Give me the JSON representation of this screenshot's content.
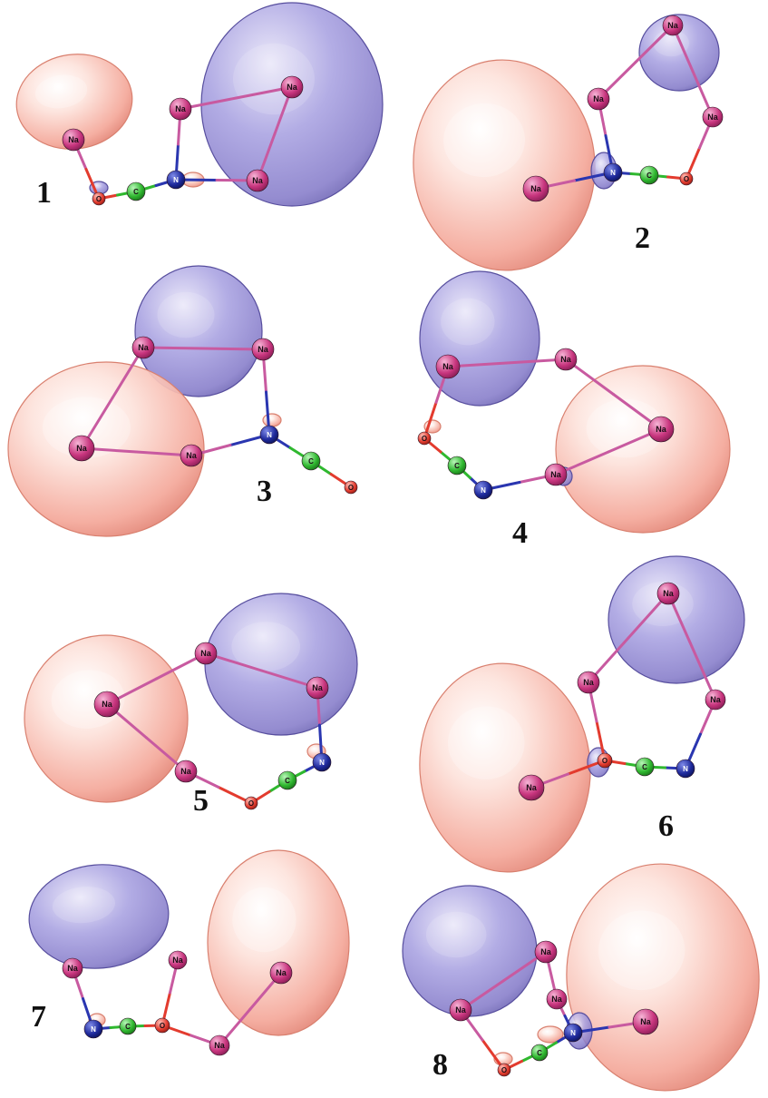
{
  "colors": {
    "alpha_lobe": "#f4a89a",
    "beta_lobe": "#8278c8",
    "na_atom": "#c8357e",
    "n_atom": "#1f2a9c",
    "c_atom": "#2fb82f",
    "o_atom": "#e33b2e",
    "bond": "#c85aa0"
  },
  "panels": [
    {
      "label": "1"
    },
    {
      "label": "2"
    },
    {
      "label": "3"
    },
    {
      "label": "4"
    },
    {
      "label": "5"
    },
    {
      "label": "6"
    },
    {
      "label": "7"
    },
    {
      "label": "8"
    }
  ],
  "atom_labels": {
    "Na": "Na",
    "N": "N",
    "C": "C",
    "O": "O"
  }
}
